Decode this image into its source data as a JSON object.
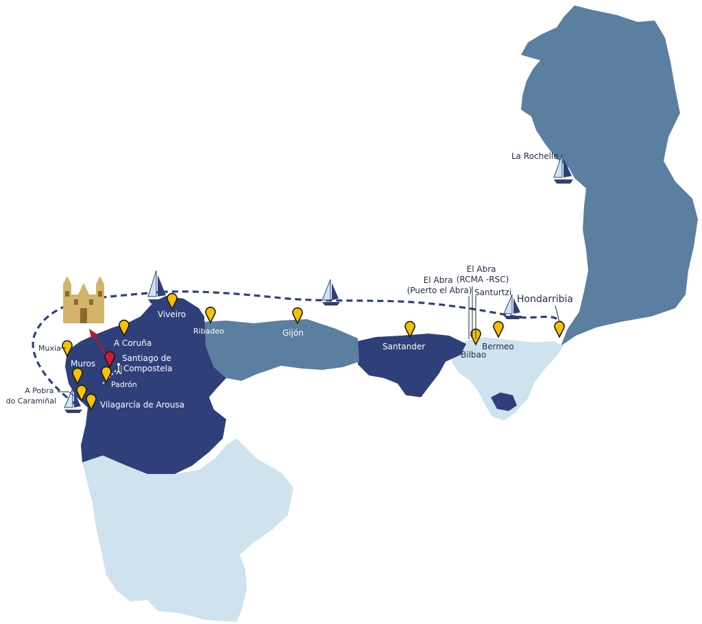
{
  "colors": {
    "dark_region": "#2e3f7a",
    "mid_region": "#5b7fa0",
    "light_region": "#cfe3ef",
    "route": "#2e3f7a",
    "marker_fill": "#f5c200",
    "marker_outline": "#1a1a1a",
    "destination_marker": "#d01c2c",
    "arrow": "#c0152a",
    "cathedral": "#d4b46a"
  },
  "icons": {
    "marker": "map-pin-icon",
    "boat": "sailboat-icon",
    "destination": "cathedral-icon",
    "pilgrim": "pilgrim-icon"
  },
  "labels": {
    "la_rochelle": "La Rochelle",
    "hondarribia": "Hondarribia",
    "el_abra_rcma_1": "El Abra",
    "el_abra_rcma_2": "(RCMA -RSC)",
    "el_abra_puerto_1": "El Abra",
    "el_abra_puerto_2": "(Puerto el Abra)",
    "santurtzi": "Santurtzi",
    "bilbao": "Bilbao",
    "bermeo": "Bermeo",
    "santander": "Santander",
    "gijon": "Gijón",
    "ribadeo": "Ribadeo",
    "viveiro": "Viveiro",
    "a_coruna": "A Coruña",
    "muxia": "Muxia",
    "muros": "Muros",
    "santiago_1": "Santiago de",
    "santiago_2": "Compostela",
    "padron": "Padrón",
    "a_pobra_1": "A Pobra",
    "a_pobra_2": "do Caramiñal",
    "vilagarcia": "Vilagarcía de Arousa"
  }
}
